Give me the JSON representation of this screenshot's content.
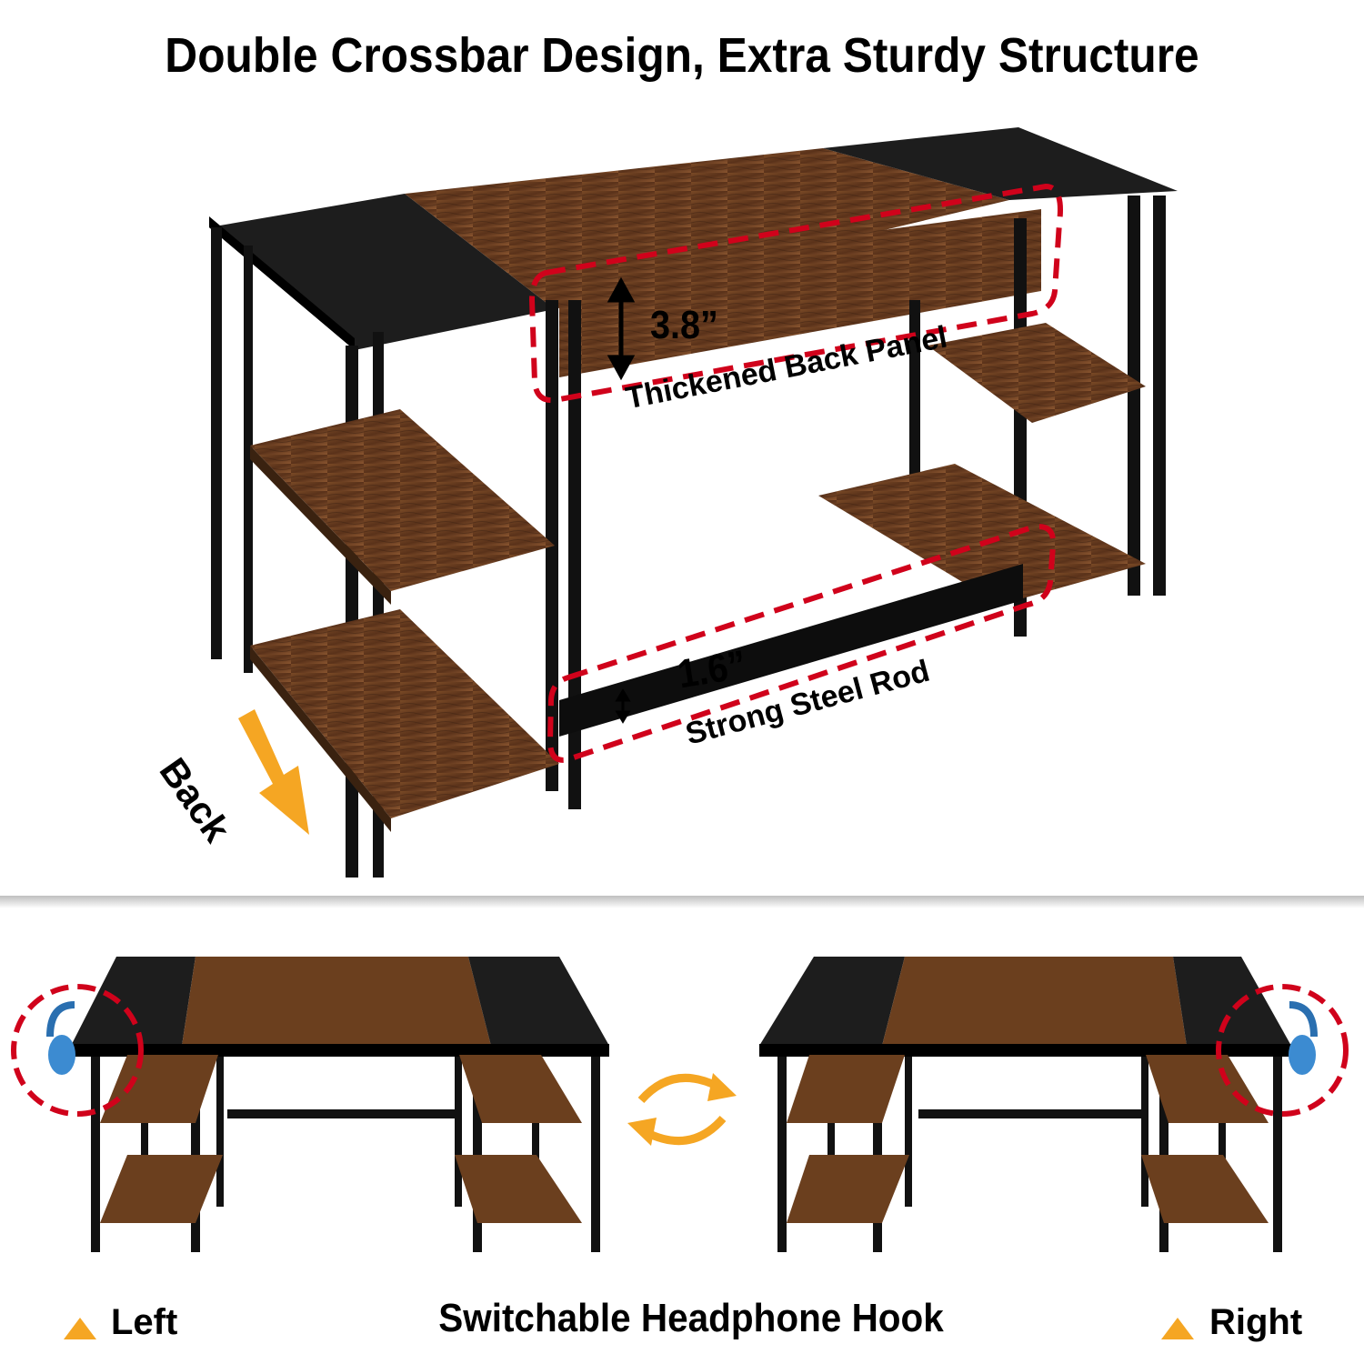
{
  "title": "Double Crossbar Design, Extra Sturdy Structure",
  "annotations": {
    "back_panel_height": "3.8”",
    "back_panel_label": "Thickened Back Panel",
    "rod_height": "1.6”",
    "rod_label": "Strong Steel Rod",
    "back_arrow_label": "Back"
  },
  "bottom": {
    "title": "Switchable Headphone Hook",
    "left_label": "Left",
    "right_label": "Right"
  },
  "colors": {
    "wood": "#6b3f1e",
    "metal": "#1a1a1a",
    "dashed_highlight": "#d0021b",
    "accent_orange": "#f5a623"
  },
  "icons": {
    "back_arrow": "arrow-down-right-icon",
    "swap": "swap-cycle-icon",
    "left_marker": "triangle-up-icon",
    "right_marker": "triangle-up-icon",
    "headphones": "headphones-icon"
  }
}
